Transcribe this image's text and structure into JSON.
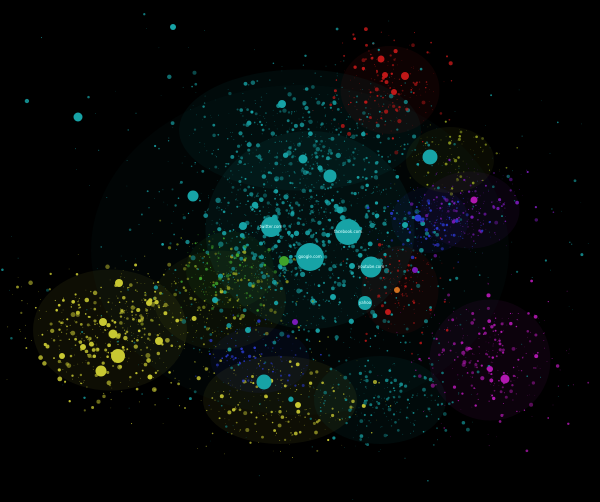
{
  "hubs": [
    {
      "id": "google",
      "label": "google.com",
      "color": "#17a3a6"
    },
    {
      "id": "facebook",
      "label": "facebook.com",
      "color": "#17a3a6"
    },
    {
      "id": "twitter",
      "label": "twitter.com",
      "color": "#17a3a6"
    },
    {
      "id": "youtube",
      "label": "youtube.com",
      "color": "#17a3a6"
    },
    {
      "id": "yahoo",
      "label": "yahoo",
      "color": "#17a3a6"
    }
  ],
  "palette": {
    "background": "#000000",
    "cyan": "#17a3a6",
    "teal": "#138a8c",
    "yellow": "#c8c832",
    "olive": "#8f9b20",
    "green": "#3fa32a",
    "red": "#c01818",
    "magenta": "#b018b0",
    "purple": "#7a1ab8",
    "blue": "#2a3ad0",
    "orange": "#d07020"
  }
}
